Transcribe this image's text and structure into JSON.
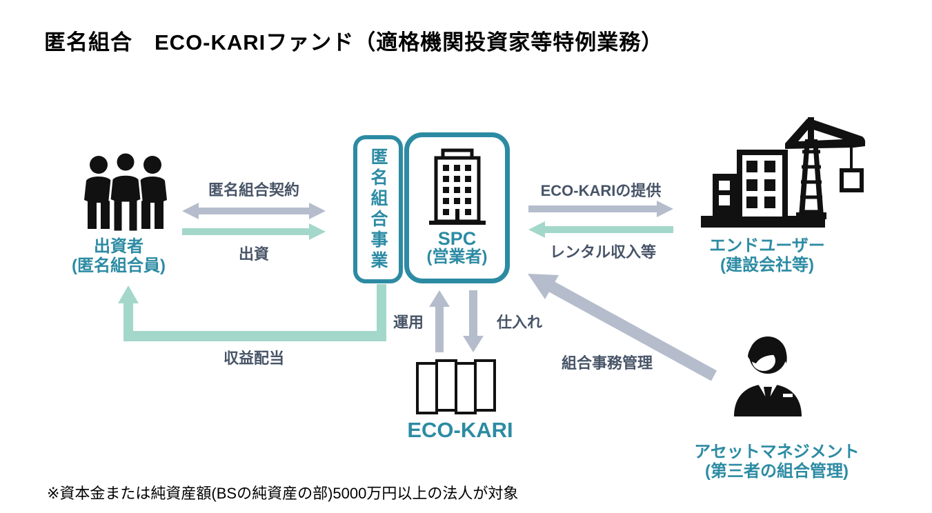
{
  "title": "匿名組合　ECO-KARIファンド（適格機関投資家等特例業務）",
  "footnote": "※資本金または純資産額(BSの純資産の部)5000万円以上の法人が対象",
  "colors": {
    "teal_text": "#2c8ba3",
    "mint_arrow": "#a3d7ca",
    "gray_arrow": "#b5bdcc",
    "navy_label": "#475467",
    "icon_black": "#111111"
  },
  "nodes": {
    "investors": {
      "line1": "出資者",
      "line2": "(匿名組合員)",
      "icon": "people-group-icon"
    },
    "tk_business": {
      "label": "匿名組合事業"
    },
    "spc": {
      "line1": "SPC",
      "line2": "(営業者)",
      "icon": "office-building-icon"
    },
    "end_user": {
      "line1": "エンドユーザー",
      "line2": "(建設会社等)",
      "icon": "construction-site-icon"
    },
    "product": {
      "label": "ECO-KARI",
      "icon": "panels-icon"
    },
    "asset_manager": {
      "line1": "アセットマネジメント",
      "line2": "(第三者の組合管理)",
      "icon": "business-person-icon"
    }
  },
  "edges": {
    "contract": {
      "label": "匿名組合契約",
      "direction": "both",
      "color": "gray"
    },
    "investment": {
      "label": "出資",
      "direction": "right",
      "color": "mint"
    },
    "provide": {
      "label": "ECO-KARIの提供",
      "direction": "right",
      "color": "gray"
    },
    "rental": {
      "label": "レンタル収入等",
      "direction": "left",
      "color": "mint"
    },
    "dividend": {
      "label": "収益配当",
      "direction": "left-then-up",
      "color": "mint"
    },
    "operation": {
      "label": "運用",
      "direction": "up",
      "color": "gray"
    },
    "purchase": {
      "label": "仕入れ",
      "direction": "down",
      "color": "gray"
    },
    "admin": {
      "label": "組合事務管理",
      "direction": "diagonal-up-left",
      "color": "gray"
    }
  }
}
